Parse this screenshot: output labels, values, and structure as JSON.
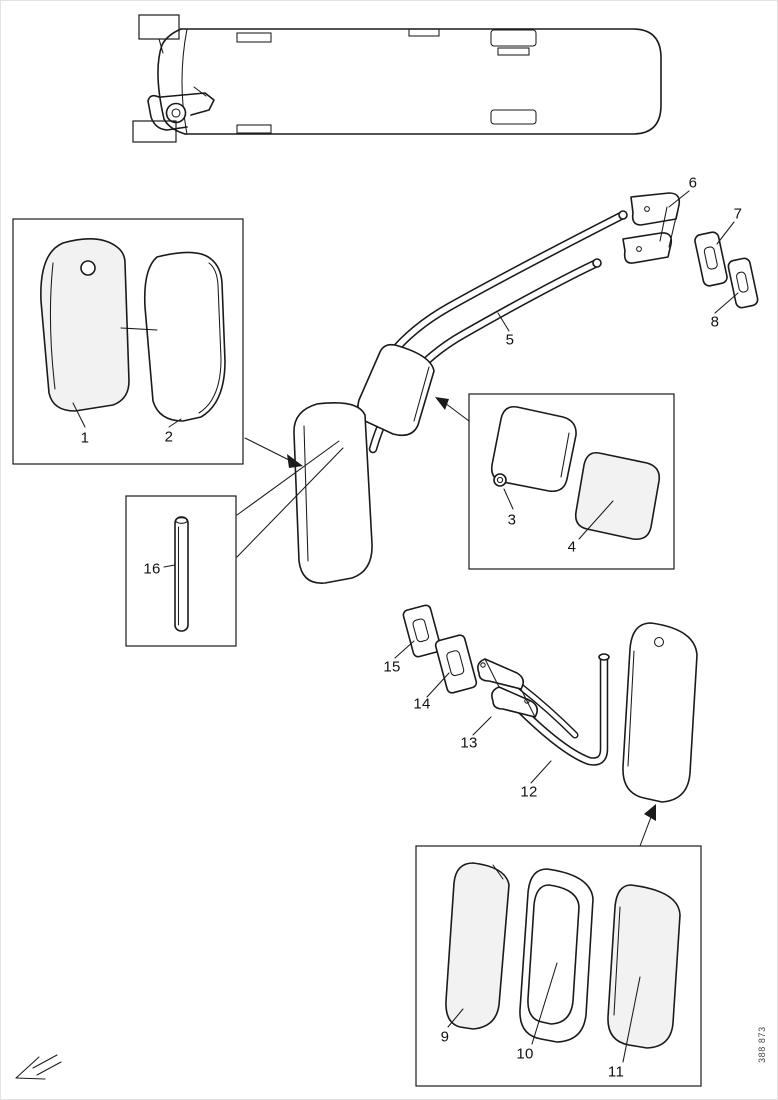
{
  "figure": {
    "drawing_number": "388 873",
    "type": "exploded-parts-diagram"
  },
  "callouts": [
    {
      "label": "1"
    },
    {
      "label": "2"
    },
    {
      "label": "3"
    },
    {
      "label": "4"
    },
    {
      "label": "5"
    },
    {
      "label": "6"
    },
    {
      "label": "7"
    },
    {
      "label": "8"
    },
    {
      "label": "9"
    },
    {
      "label": "10"
    },
    {
      "label": "11"
    },
    {
      "label": "12"
    },
    {
      "label": "13"
    },
    {
      "label": "14"
    },
    {
      "label": "15"
    },
    {
      "label": "16"
    }
  ],
  "icons": {
    "direction_arrow": "↙"
  },
  "colors": {
    "line": "#1a1a1a",
    "glass_shade": "#f2f2f2",
    "background": "#ffffff"
  }
}
